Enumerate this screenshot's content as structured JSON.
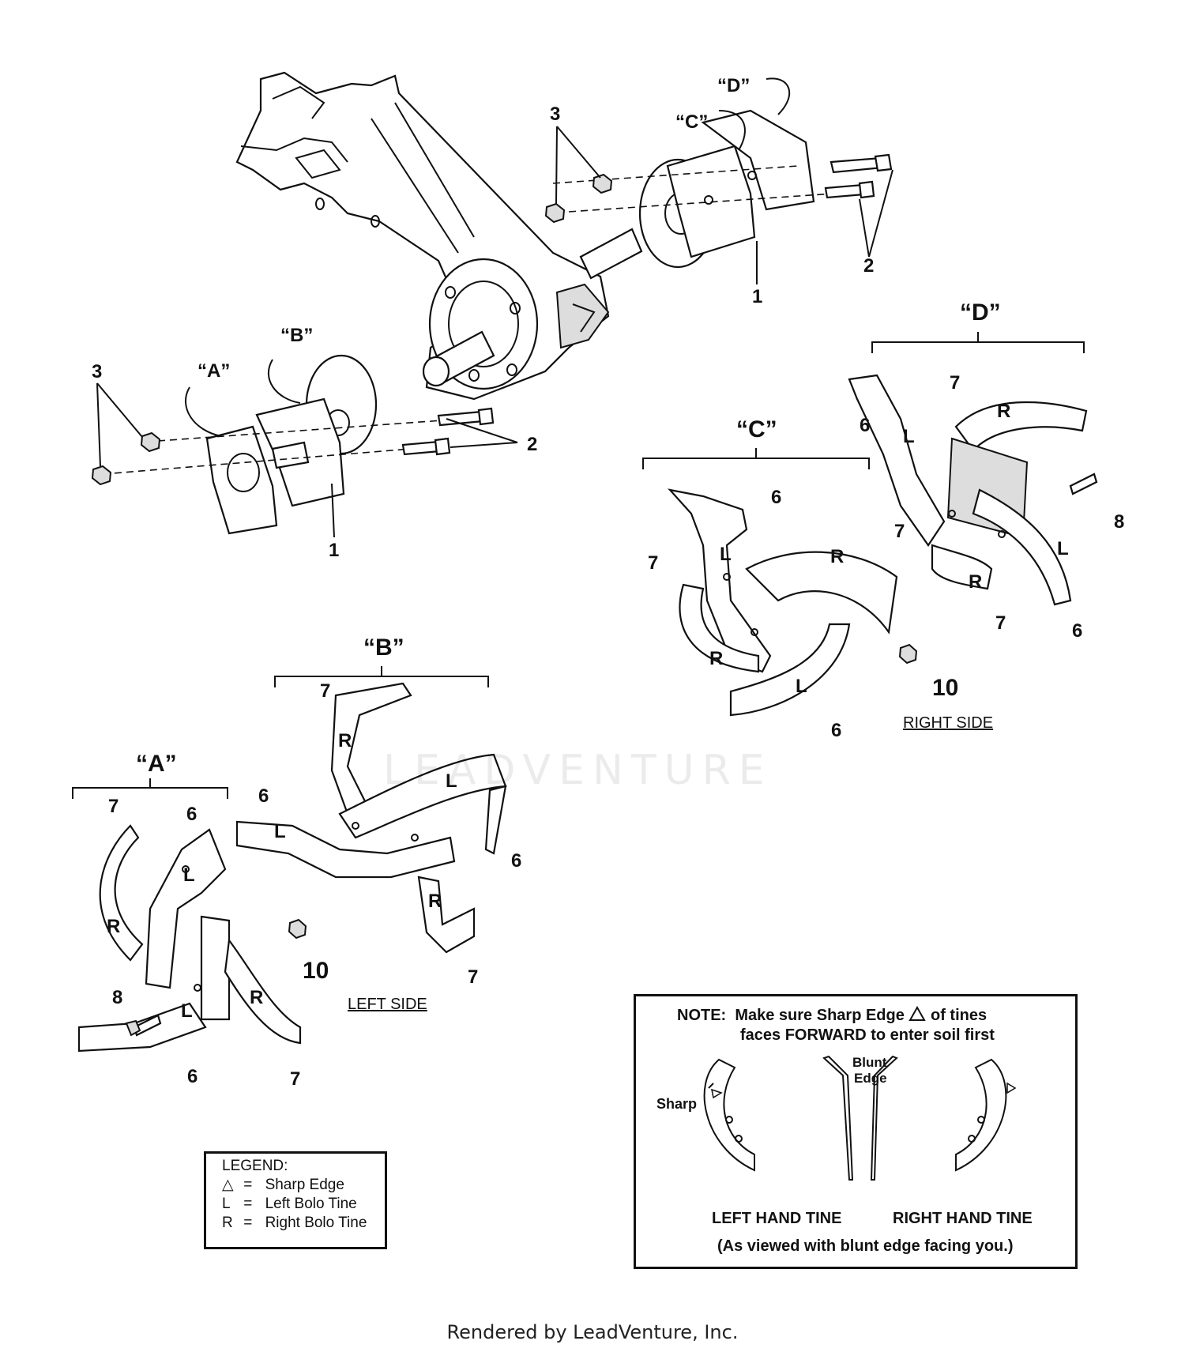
{
  "labels": {
    "group_a": "“A”",
    "group_b": "“B”",
    "group_c": "“C”",
    "group_d": "“D”",
    "n1": "1",
    "n2": "2",
    "n3": "3",
    "n6": "6",
    "n7": "7",
    "n8": "8",
    "n10": "10",
    "tine_l": "L",
    "tine_r": "R"
  },
  "sides": {
    "left": "LEFT SIDE",
    "right": "RIGHT SIDE"
  },
  "legend": {
    "title": "LEGEND:",
    "items": [
      {
        "symbol": "△",
        "eq": "=",
        "text": "Sharp Edge"
      },
      {
        "symbol": "L",
        "eq": "=",
        "text": "Left Bolo Tine"
      },
      {
        "symbol": "R",
        "eq": "=",
        "text": "Right Bolo Tine"
      }
    ]
  },
  "note": {
    "prefix": "NOTE:",
    "line1_a": "Make sure Sharp Edge",
    "line1_b": "of tines",
    "line2": "faces FORWARD to enter soil first",
    "sharp": "Sharp",
    "blunt_1": "Blunt",
    "blunt_2": "Edge",
    "left_hand": "LEFT HAND TINE",
    "right_hand": "RIGHT HAND TINE",
    "viewed": "(As viewed with blunt edge facing you.)"
  },
  "watermark": "LEADVENTURE",
  "footer": "Rendered by LeadVenture, Inc."
}
